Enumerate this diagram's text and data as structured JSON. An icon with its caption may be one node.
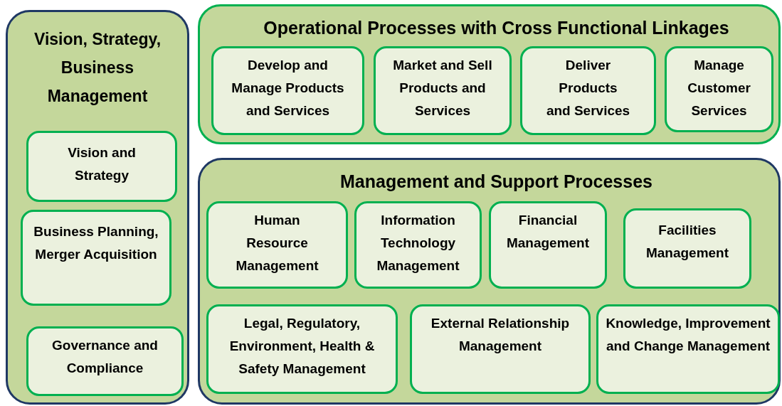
{
  "diagram": {
    "nodes": [
      {
        "text": [
          "Vision, Strategy, Business Management"
        ]
      },
      {
        "text": [
          "Vision and Strategy"
        ],
        "in": 0
      },
      {
        "text": [
          "Business Planning, Merger Acquisition"
        ],
        "in": 0
      },
      {
        "text": [
          "Governance and Compliance"
        ],
        "in": 0
      },
      {
        "text": [
          "Operational Processes with Cross Functional Linkages"
        ]
      },
      {
        "text": [
          "Develop and Manage Products and Services"
        ],
        "in": 4
      },
      {
        "text": [
          "Market and Sell Products and Services"
        ],
        "in": 4
      },
      {
        "text": [
          "Deliver Products and Services"
        ],
        "in": 4
      },
      {
        "text": [
          "Manage Customer Services"
        ],
        "in": 4
      },
      {
        "text": [
          "Management and Support Processes"
        ]
      },
      {
        "text": [
          "Human Resource Management"
        ],
        "in": 9
      },
      {
        "text": [
          "Information Technology Management"
        ],
        "in": 9
      },
      {
        "text": [
          "Financial Management"
        ],
        "in": 9
      },
      {
        "text": [
          "Facilities Management"
        ],
        "in": 9
      },
      {
        "text": [
          "Legal, Regulatory, Environment, Health & Safety Management"
        ],
        "in": 9
      },
      {
        "text": [
          "External Relationship Management"
        ],
        "in": 9
      },
      {
        "text": [
          "Knowledge, Improvement and Change Management"
        ],
        "in": 9
      }
    ]
  }
}
